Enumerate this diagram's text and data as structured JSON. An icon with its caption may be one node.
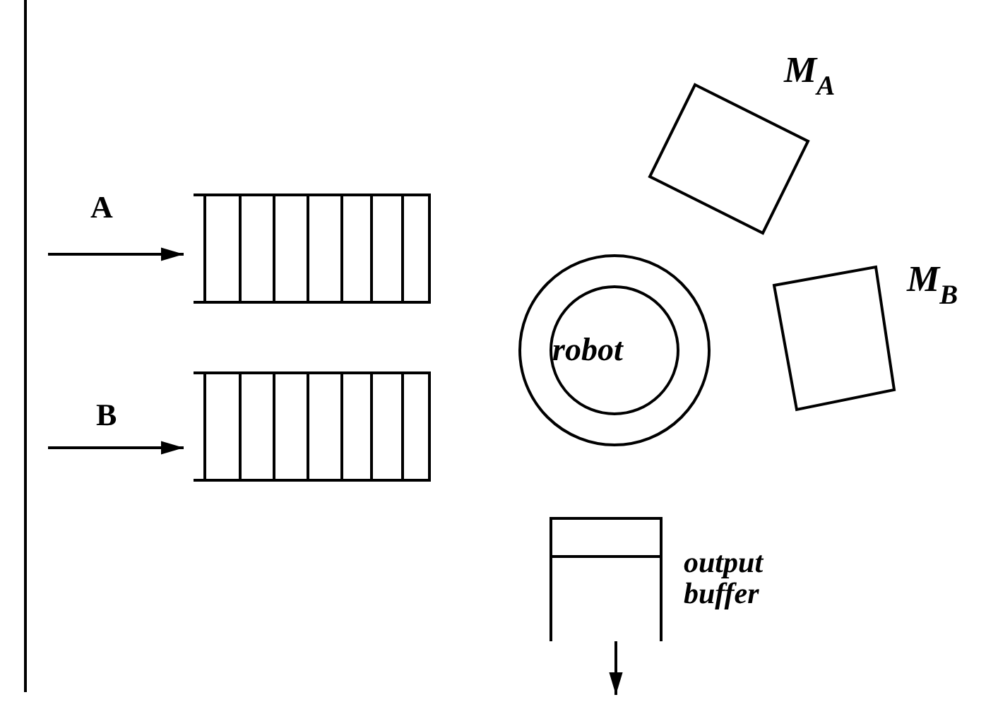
{
  "diagram": {
    "nodes": [
      {
        "text": [],
        "shape": "box"
      },
      {
        "text": [],
        "shape": "box"
      },
      {
        "text": [
          "robot"
        ]
      },
      {
        "text": [],
        "shape": "box",
        "beside": [
          "M$_{A}$"
        ]
      },
      {
        "text": [],
        "shape": "box",
        "beside": [
          "M$_{B}$"
        ]
      },
      {
        "text": [],
        "shape": "box",
        "beside": [
          "output buffer"
        ]
      }
    ],
    "edges": [
      {
        "from": null,
        "to": 0,
        "arrow": "to",
        "label": "A"
      },
      {
        "from": null,
        "to": 1,
        "arrow": "to",
        "label": "B"
      },
      {
        "from": 5,
        "to": null,
        "arrow": "to"
      }
    ]
  }
}
